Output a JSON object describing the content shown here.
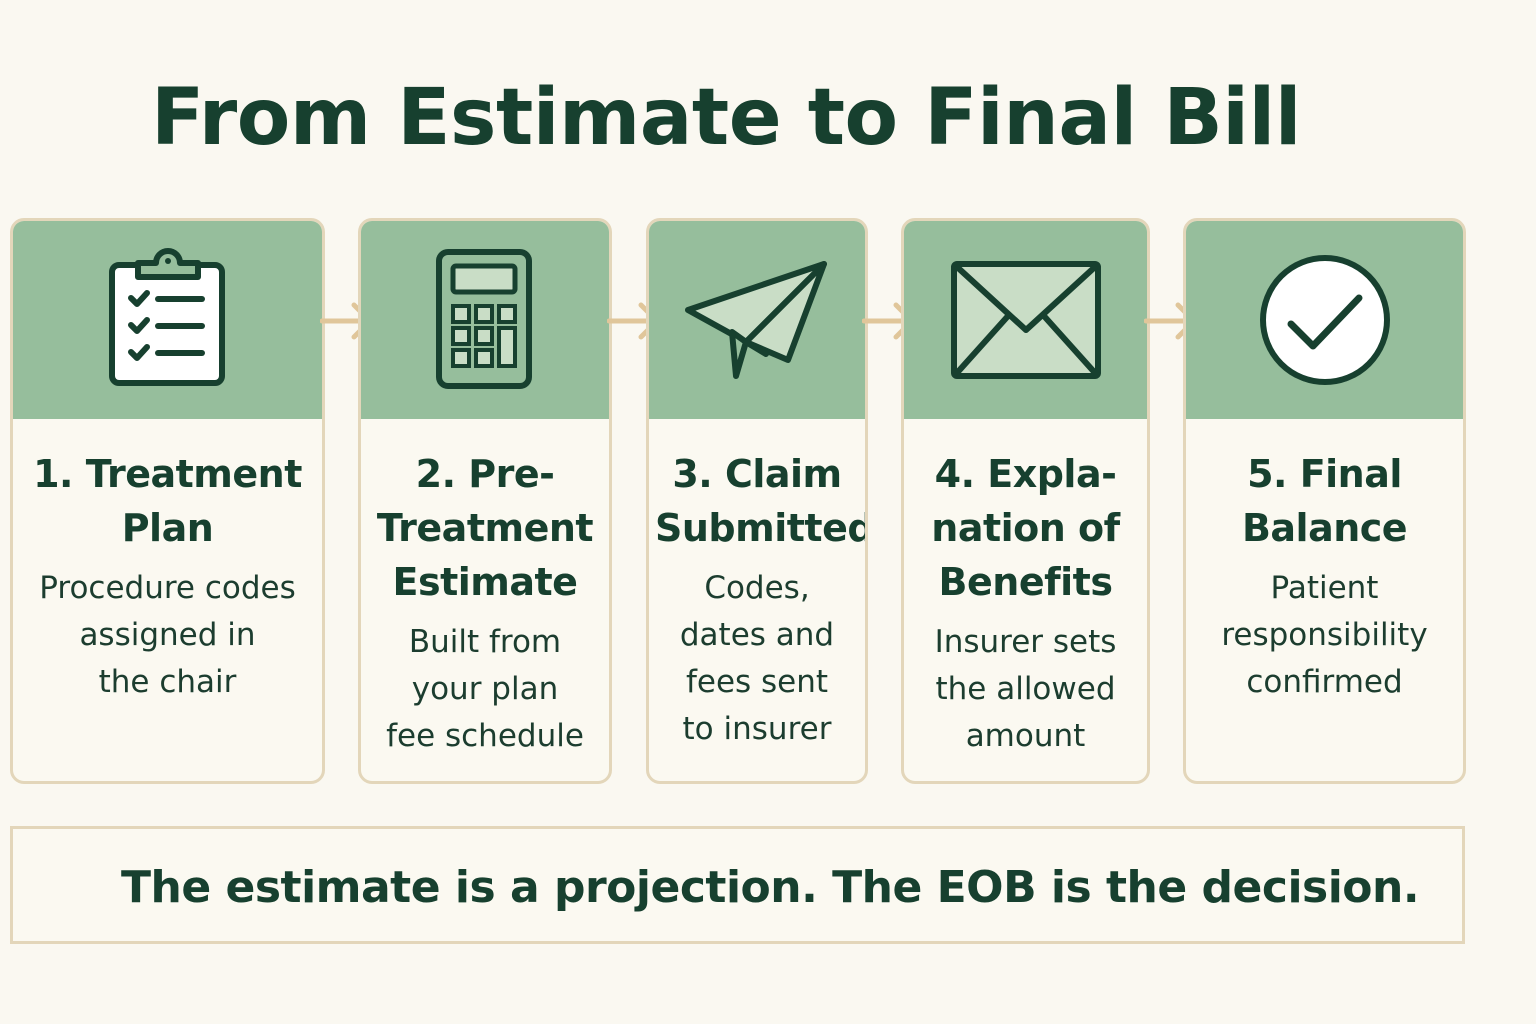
{
  "title": "From Estimate to Final Bill",
  "steps": [
    {
      "title_lines": [
        "1. Treatment",
        "Plan"
      ],
      "desc_lines": [
        "Procedure codes",
        "assigned in",
        "the chair"
      ],
      "icon": "clipboard-checklist-icon"
    },
    {
      "title_lines": [
        "2. Pre-",
        "Treatment",
        "Estimate"
      ],
      "desc_lines": [
        "Built from",
        "your plan",
        "fee schedule"
      ],
      "icon": "calculator-icon"
    },
    {
      "title_lines": [
        "3. Claim",
        "Submitted"
      ],
      "desc_lines": [
        "Codes,",
        "dates and",
        "fees sent",
        "to insurer"
      ],
      "icon": "paper-plane-icon"
    },
    {
      "title_lines": [
        "4. Expla-",
        "nation of",
        "Benefits"
      ],
      "desc_lines": [
        "Insurer sets",
        "the allowed",
        "amount"
      ],
      "icon": "envelope-icon"
    },
    {
      "title_lines": [
        "5. Final",
        "Balance"
      ],
      "desc_lines": [
        "Patient",
        "responsibility",
        "confirmed"
      ],
      "icon": "check-circle-icon"
    }
  ],
  "footer_note": "The estimate is a projection. The EOB is the decision.",
  "colors": {
    "header_green": "#96be9c",
    "dark_green": "#17402f",
    "background": "#faf8f1",
    "border_tan": "#e3d6ba",
    "arrow_tan": "#e0c69a"
  }
}
